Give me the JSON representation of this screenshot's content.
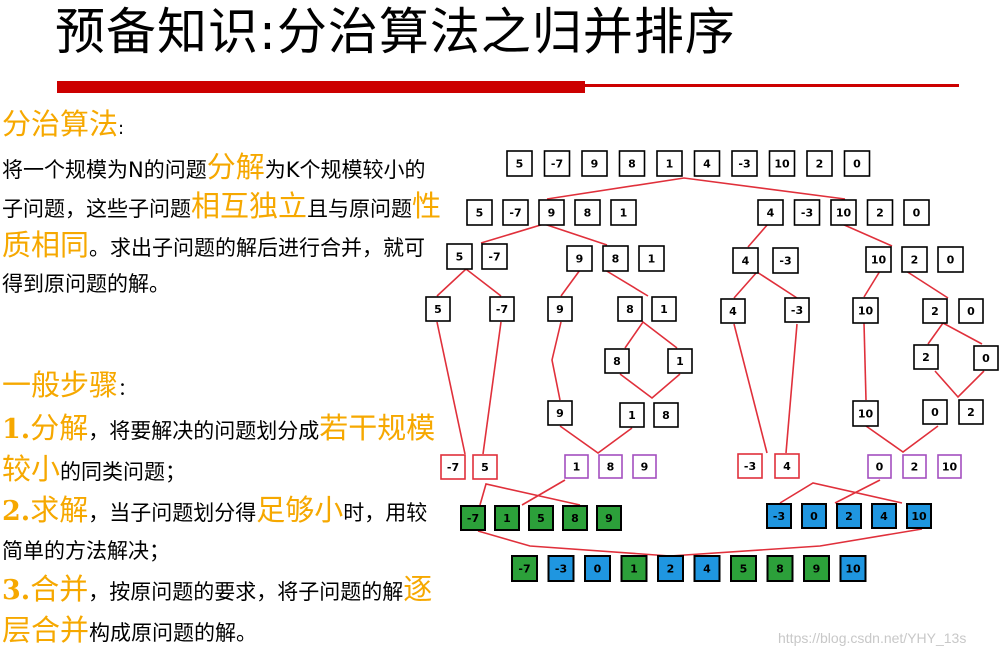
{
  "title": "预备知识:分治算法之归并排序",
  "colors": {
    "title_bar": "#cc0000",
    "highlight": "#f6a800",
    "split_line": "#e0303b",
    "box_black": "#000000",
    "box_red": "#e0303b",
    "box_purple": "#a34fc0",
    "box_green": "#2ca03a",
    "box_blue": "#1f96e0"
  },
  "left_text": {
    "p1": {
      "heading": "分治算法",
      "heading_colon": ":",
      "t1": "将一个规模为N的问题",
      "h1": "分解",
      "t2": "为K个规模较小的子问题，这些子问题",
      "h2": "相互独立",
      "t3": "且与原问题",
      "h3": "性质相同",
      "t4": "。求出子问题的解后进行合并，就可得到原问题的解。"
    },
    "p2": {
      "heading": "一般步骤",
      "heading_colon": "：",
      "s1_num": "1.",
      "s1_h": "分解",
      "s1_t1": "，将要解决的问题划分成",
      "s1_h2": "若干规模较小",
      "s1_t2": "的同类问题；",
      "s2_num": "2.",
      "s2_h": "求解",
      "s2_t1": "，当子问题划分得",
      "s2_h2": "足够小",
      "s2_t2": "时，用较简单的方法解决；",
      "s3_num": "3.",
      "s3_h": "合并",
      "s3_t1": "，按原问题的要求，将子问题的解",
      "s3_h2": "逐层合并",
      "s3_t2": "构成原问题的解。"
    }
  },
  "diagram": {
    "groups": [
      {
        "id": "g0",
        "color": "black",
        "values": [
          "5",
          "-7",
          "9",
          "8",
          "1",
          "4",
          "-3",
          "10",
          "2",
          "0"
        ]
      },
      {
        "id": "g1",
        "color": "black",
        "values": [
          "5",
          "-7",
          "9",
          "8",
          "1"
        ]
      },
      {
        "id": "g2",
        "color": "black",
        "values": [
          "4",
          "-3",
          "10",
          "2",
          "0"
        ]
      },
      {
        "id": "g3",
        "color": "black",
        "values": [
          "5",
          "-7"
        ]
      },
      {
        "id": "g4",
        "color": "black",
        "values": [
          "9",
          "8",
          "1"
        ]
      },
      {
        "id": "g5",
        "color": "black",
        "values": [
          "4",
          "-3"
        ]
      },
      {
        "id": "g6",
        "color": "black",
        "values": [
          "10",
          "2",
          "0"
        ]
      },
      {
        "id": "g7",
        "color": "black",
        "values": [
          "5"
        ]
      },
      {
        "id": "g8",
        "color": "black",
        "values": [
          "-7"
        ]
      },
      {
        "id": "g9",
        "color": "black",
        "values": [
          "9"
        ]
      },
      {
        "id": "g10",
        "color": "black",
        "values": [
          "8",
          "1"
        ]
      },
      {
        "id": "g11",
        "color": "black",
        "values": [
          "4"
        ]
      },
      {
        "id": "g12",
        "color": "black",
        "values": [
          "-3"
        ]
      },
      {
        "id": "g13",
        "color": "black",
        "values": [
          "10"
        ]
      },
      {
        "id": "g14",
        "color": "black",
        "values": [
          "2",
          "0"
        ]
      },
      {
        "id": "g15",
        "color": "black",
        "values": [
          "8"
        ]
      },
      {
        "id": "g16",
        "color": "black",
        "values": [
          "1"
        ]
      },
      {
        "id": "g17",
        "color": "black",
        "values": [
          "2"
        ]
      },
      {
        "id": "g18",
        "color": "black",
        "values": [
          "0"
        ]
      },
      {
        "id": "g19",
        "color": "black",
        "values": [
          "9"
        ]
      },
      {
        "id": "g20",
        "color": "black",
        "values": [
          "1",
          "8"
        ]
      },
      {
        "id": "g21",
        "color": "black",
        "values": [
          "10"
        ]
      },
      {
        "id": "g22",
        "color": "black",
        "values": [
          "0",
          "2"
        ]
      },
      {
        "id": "g23",
        "color": "red",
        "values": [
          "-7",
          "5"
        ]
      },
      {
        "id": "g24",
        "color": "purple",
        "values": [
          "1",
          "8",
          "9"
        ]
      },
      {
        "id": "g25",
        "color": "red",
        "values": [
          "-3",
          "4"
        ]
      },
      {
        "id": "g26",
        "color": "purple",
        "values": [
          "0",
          "2",
          "10"
        ]
      },
      {
        "id": "g27",
        "color": "red",
        "values": [
          "-7",
          "1",
          "5",
          "8",
          "9"
        ],
        "fill": "green"
      },
      {
        "id": "g28",
        "color": "purple",
        "values": [
          "-3",
          "0",
          "2",
          "4",
          "10"
        ],
        "fill": "blue"
      },
      {
        "id": "g29",
        "color": "black",
        "values": [
          "-7",
          "-3",
          "0",
          "1",
          "2",
          "4",
          "5",
          "8",
          "9",
          "10"
        ],
        "fills": [
          "green",
          "blue",
          "blue",
          "green",
          "blue",
          "blue",
          "green",
          "green",
          "green",
          "blue"
        ]
      }
    ]
  },
  "watermark": "https://blog.csdn.net/YHY_13s"
}
